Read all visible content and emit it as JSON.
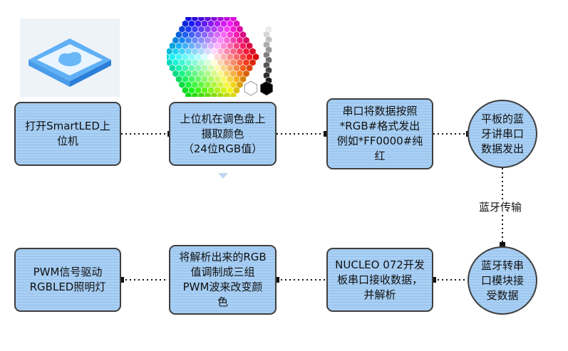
{
  "nodes": {
    "open_app": "打开SmartLED上\n位机",
    "pick_color": "上位机在调色盘上\n摄取颜色\n（24位RGB值）",
    "serial_send": "串口将数据按照\n*RGB#格式发出\n例如*FF0000#纯\n红",
    "tablet_bt": "平板的蓝\n牙讲串口\n数据发出",
    "bt_module": "蓝牙转串\n口模块接\n受数据",
    "nucleo": "NUCLEO 072开发\n板串口接收数据，\n并解析",
    "rgb_pwm": "将解析出来的RGB\n值调制成三组\nPWM波来改变颜\n色",
    "pwm_drive": "PWM信号驱动\nRGBLED照明灯"
  },
  "edge_labels": {
    "bluetooth": "蓝牙传输"
  },
  "images": {
    "app_icon": "cloud-app-icon",
    "palette": "hexagon-color-palette"
  },
  "colors": {
    "node_fill": "#a9cff3",
    "node_border": "#3f3f3f",
    "connector": "#111111"
  }
}
